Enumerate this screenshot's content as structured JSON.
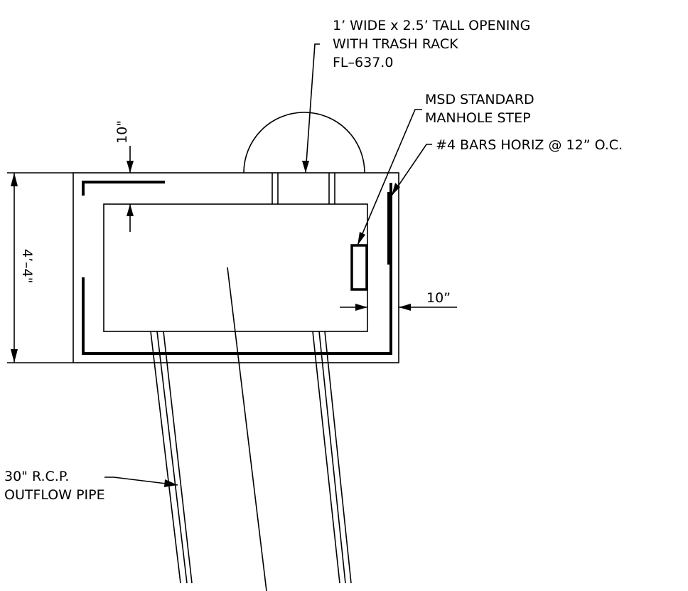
{
  "labels": {
    "opening_line1": "1’ WIDE x 2.5’ TALL OPENING",
    "opening_line2": "WITH TRASH RACK",
    "opening_line3": "FL–637.0",
    "step_line1": "MSD STANDARD",
    "step_line2": "MANHOLE STEP",
    "bars": "#4 BARS HORIZ @ 12” O.C.",
    "wall_top_dim": "10\"",
    "wall_right_dim": "10”",
    "height_dim": "4’–4\"",
    "pipe_line1": "30\" R.C.P.",
    "pipe_line2": "OUTFLOW PIPE"
  }
}
